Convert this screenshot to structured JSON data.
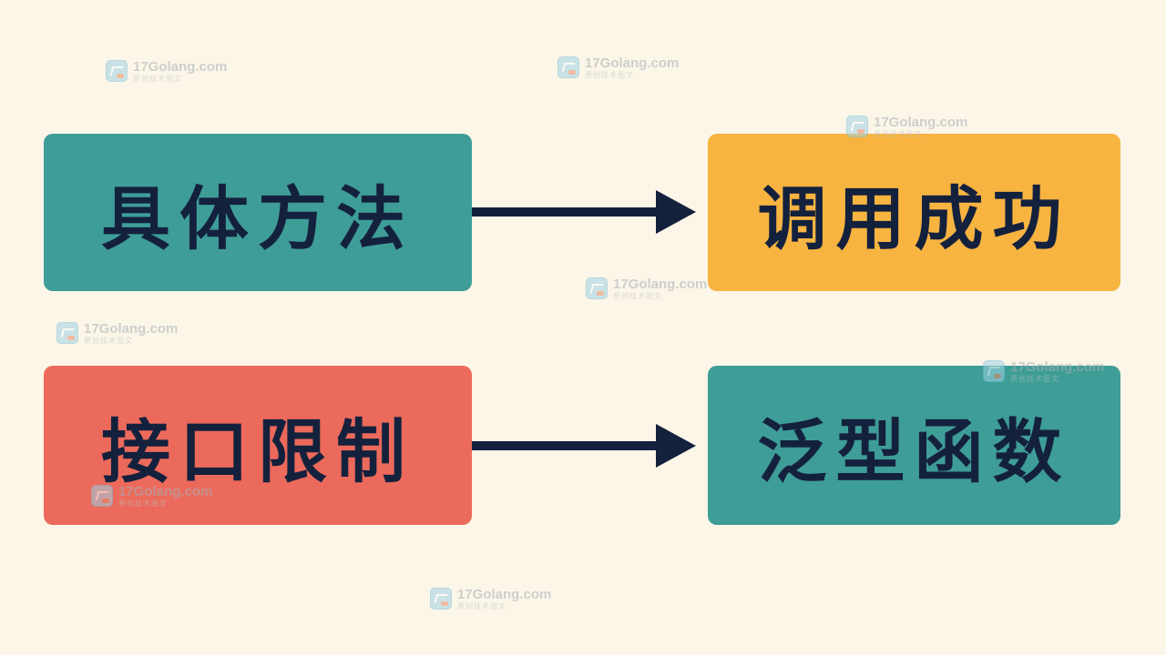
{
  "colors": {
    "background": "#fcf6e8",
    "teal": "#3e9d97",
    "orange": "#f7b441",
    "red": "#ec6a5b",
    "text": "#14213d",
    "arrow": "#14213d"
  },
  "flows": [
    {
      "source": {
        "label": "具体方法",
        "color": "#3e9d97"
      },
      "target": {
        "label": "调用成功",
        "color": "#f7b441"
      }
    },
    {
      "source": {
        "label": "接口限制",
        "color": "#ec6a5b"
      },
      "target": {
        "label": "泛型函数",
        "color": "#3e9d97"
      }
    }
  ],
  "watermark": {
    "title": "17Golang.com",
    "subtitle": "原创技术图文",
    "icon": "code-logo-icon"
  }
}
